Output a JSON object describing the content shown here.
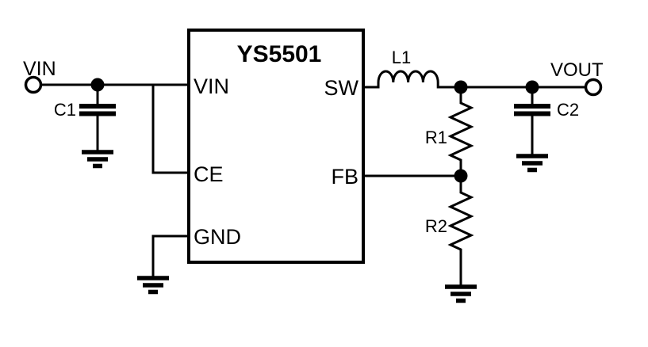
{
  "schematic": {
    "colors": {
      "background": "#ffffff",
      "line": "#000000"
    },
    "ic": {
      "title": "YS5501",
      "pins": {
        "vin": "VIN",
        "ce": "CE",
        "gnd": "GND",
        "sw": "SW",
        "fb": "FB"
      }
    },
    "terminals": {
      "input": "VIN",
      "output": "VOUT"
    },
    "components": {
      "c1": "C1",
      "l1": "L1",
      "c2": "C2",
      "r1": "R1",
      "r2": "R2"
    }
  }
}
